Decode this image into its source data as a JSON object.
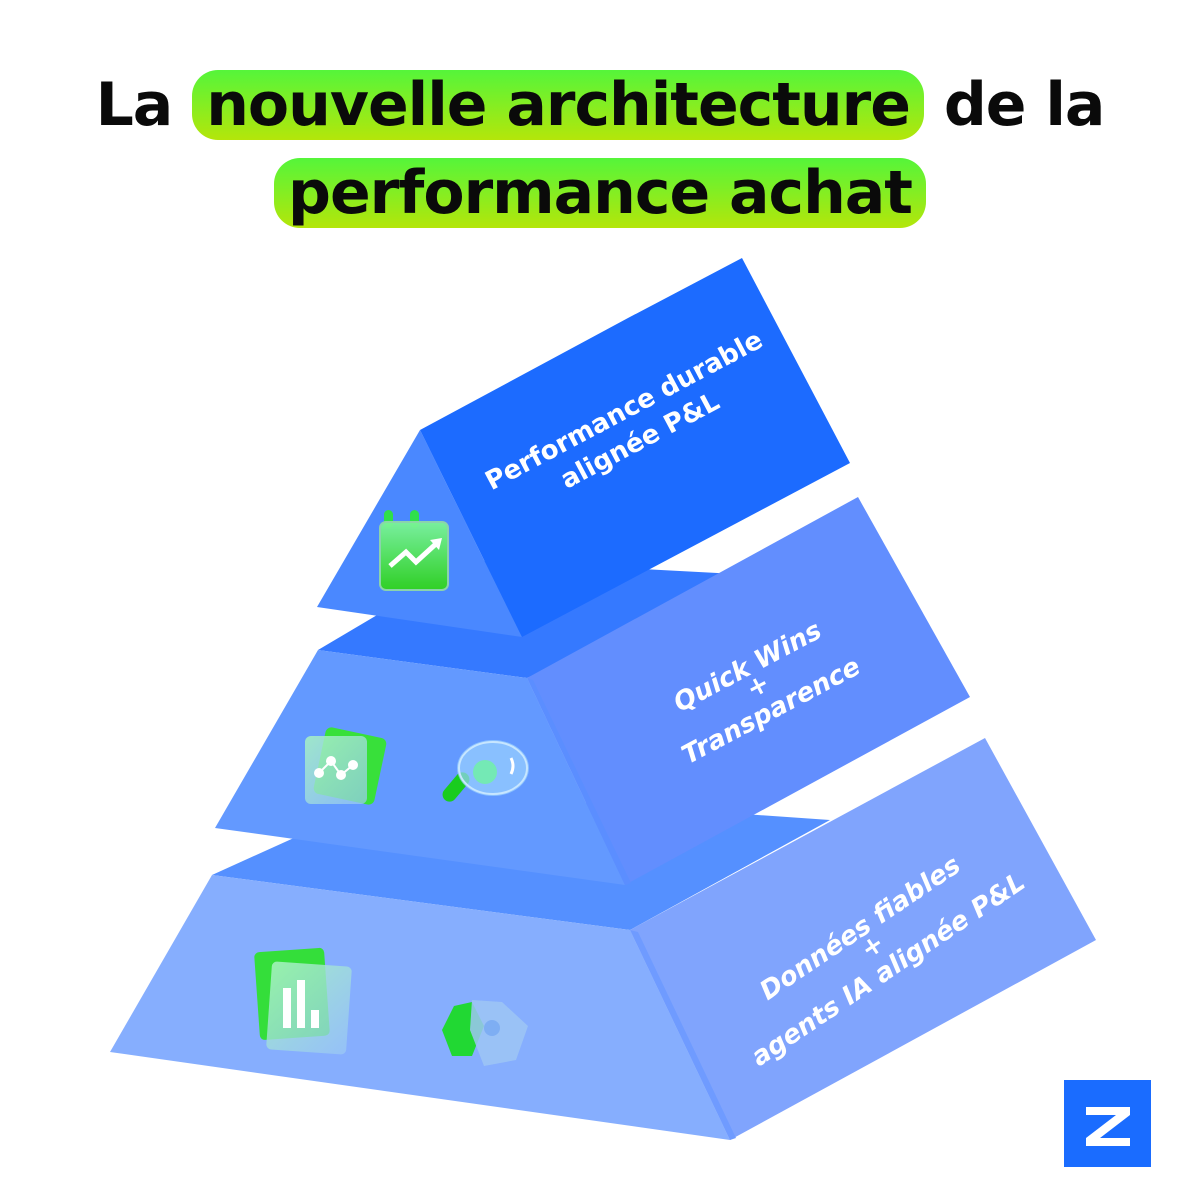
{
  "title": {
    "line1_prefix": "La",
    "line1_highlight": "nouvelle architecture",
    "line1_suffix": "de la",
    "line2_highlight": "performance achat"
  },
  "pyramid": {
    "levels": [
      {
        "name": "top",
        "label_lines": [
          "Performance durable",
          "alignée P&L"
        ],
        "icons": [
          "calendar-growth-icon"
        ],
        "colors": {
          "front": "#4a88ff",
          "side": "#1c6bff"
        }
      },
      {
        "name": "middle",
        "label_lines": [
          "Quick Wins",
          "+",
          "Transparence"
        ],
        "icons": [
          "line-chart-card-icon",
          "magnifier-icon"
        ],
        "colors": {
          "top": "#3579ff",
          "front": "#6399ff",
          "side": "#628efe"
        }
      },
      {
        "name": "bottom",
        "label_lines": [
          "Données fiables",
          "+",
          "agents IA alignée P&L"
        ],
        "icons": [
          "bar-chart-card-icon",
          "hexagon-nut-icon"
        ],
        "colors": {
          "top": "#5590ff",
          "front": "#86aefe",
          "side": "#80a4fd"
        }
      }
    ]
  },
  "logo": {
    "letter": "Z",
    "color": "#1a6cff"
  }
}
